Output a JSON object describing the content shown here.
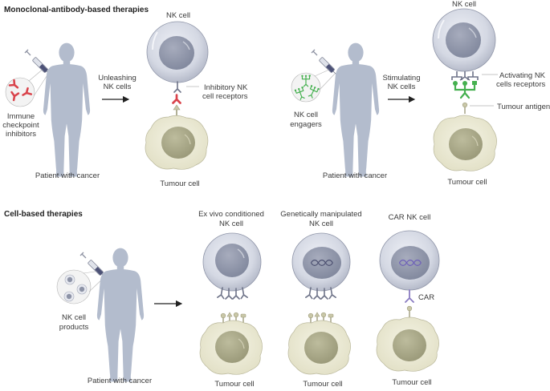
{
  "colors": {
    "nk_membrane": "#cfd3de",
    "nk_membrane_edge": "#8f95a8",
    "nk_nucleus": "#9096a8",
    "tumour_body": "#ecebd6",
    "tumour_edge": "#b9b79a",
    "tumour_nucleus": "#a7a686",
    "patient": "#b3bccd",
    "inhibitor": "#d9434b",
    "engager": "#45b04f",
    "receptor": "#6e7388",
    "car": "#8a7cc2",
    "dna": "#5b5e8c"
  },
  "panels": {
    "monoclonal": {
      "title": "Monoclonal-antibody-based therapies",
      "left": {
        "drug_label_lines": [
          "Immune",
          "checkpoint",
          "inhibitors"
        ],
        "drug_icon": "antibody-icon",
        "patient_label": "Patient with cancer",
        "arrow_label_lines": [
          "Unleashing",
          "NK cells"
        ],
        "nk_cell_label": "NK cell",
        "receptor_label_lines": [
          "Inhibitory NK",
          "cell receptors"
        ],
        "tumour_label": "Tumour cell"
      },
      "right": {
        "drug_label_lines": [
          "NK cell",
          "engagers"
        ],
        "drug_icon": "engager-icon",
        "patient_label": "Patient with cancer",
        "arrow_label_lines": [
          "Stimulating",
          "NK cells"
        ],
        "nk_cell_label": "NK cell",
        "receptor_label_lines": [
          "Activating NK",
          "cells receptors"
        ],
        "antigen_label": "Tumour antigen",
        "tumour_label": "Tumour cell"
      }
    },
    "cell_based": {
      "title": "Cell-based therapies",
      "drug_label_lines": [
        "NK cell",
        "products"
      ],
      "patient_label": "Patient with cancer",
      "products": [
        {
          "label_lines": [
            "Ex vivo conditioned",
            "NK cell"
          ],
          "tumour_label": "Tumour cell"
        },
        {
          "label_lines": [
            "Genetically manipulated",
            "NK cell"
          ],
          "tumour_label": "Tumour cell"
        },
        {
          "label_lines": [
            "CAR NK cell"
          ],
          "receptor_label": "CAR",
          "tumour_label": "Tumour cell"
        }
      ]
    }
  }
}
